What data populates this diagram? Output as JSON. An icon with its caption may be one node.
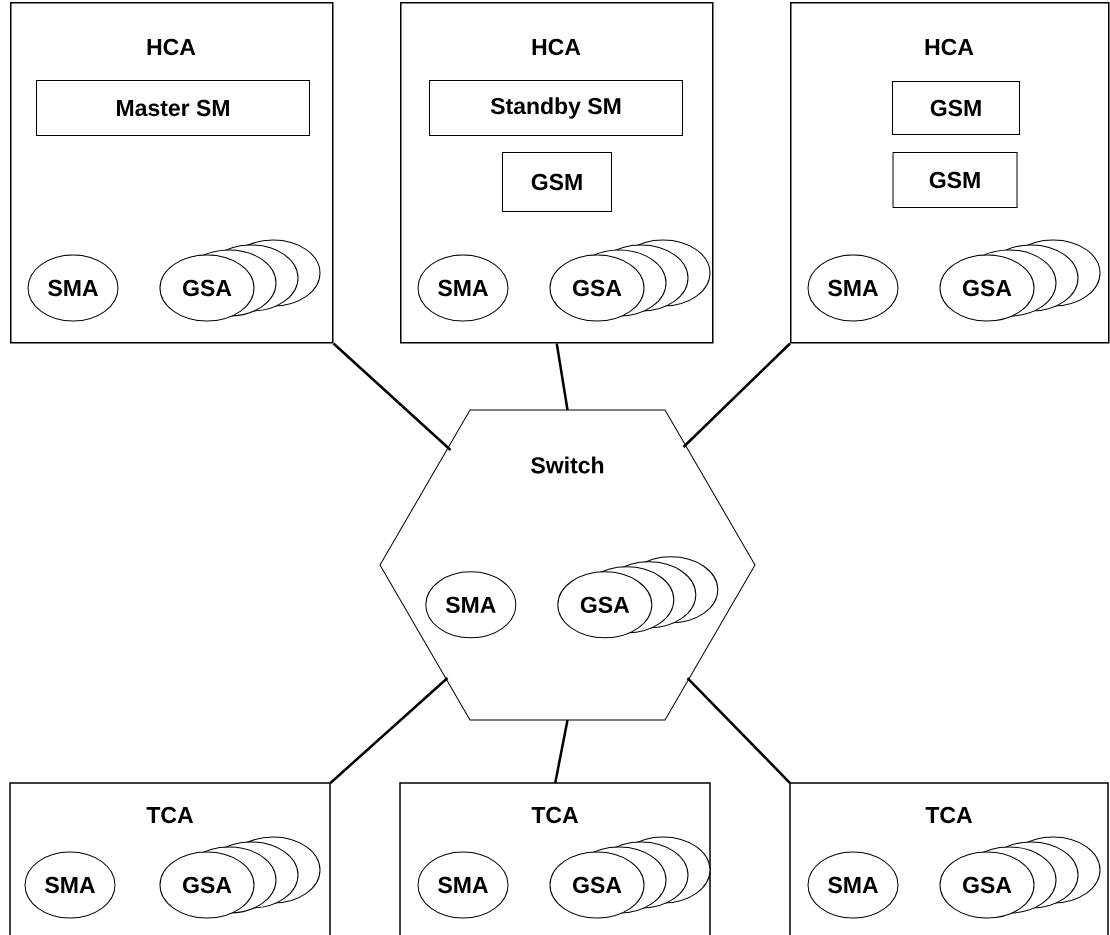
{
  "diagram": {
    "nodes": [
      {
        "text": [
          "HCA"
        ]
      },
      {
        "text": [
          "Master SM"
        ],
        "in": 0
      },
      {
        "text": [
          "SMA"
        ],
        "in": 0
      },
      {
        "text": [
          "GSA"
        ],
        "in": 0
      },
      {
        "text": [
          "HCA"
        ]
      },
      {
        "text": [
          "Standby SM"
        ],
        "in": 4
      },
      {
        "text": [
          "GSM"
        ],
        "in": 4
      },
      {
        "text": [
          "SMA"
        ],
        "in": 4
      },
      {
        "text": [
          "GSA"
        ],
        "in": 4
      },
      {
        "text": [
          "HCA"
        ]
      },
      {
        "text": [
          "GSM"
        ],
        "in": 9
      },
      {
        "text": [
          "GSM"
        ],
        "in": 9
      },
      {
        "text": [
          "SMA"
        ],
        "in": 9
      },
      {
        "text": [
          "GSA"
        ],
        "in": 9
      },
      {
        "text": [
          "Switch"
        ]
      },
      {
        "text": [
          "SMA"
        ],
        "in": 14
      },
      {
        "text": [
          "GSA"
        ],
        "in": 14
      },
      {
        "text": [
          "TCA"
        ]
      },
      {
        "text": [
          "SMA"
        ],
        "in": 17
      },
      {
        "text": [
          "GSA"
        ],
        "in": 17
      },
      {
        "text": [
          "TCA"
        ]
      },
      {
        "text": [
          "SMA"
        ],
        "in": 20
      },
      {
        "text": [
          "GSA"
        ],
        "in": 20
      },
      {
        "text": [
          "TCA"
        ]
      },
      {
        "text": [
          "SMA"
        ],
        "in": 23
      },
      {
        "text": [
          "GSA"
        ],
        "in": 23
      }
    ],
    "edges": [
      {
        "from": 0,
        "to": 14,
        "arrow": "none"
      },
      {
        "from": 4,
        "to": 14,
        "arrow": "none"
      },
      {
        "from": 9,
        "to": 14,
        "arrow": "none"
      },
      {
        "from": 14,
        "to": 17,
        "arrow": "none"
      },
      {
        "from": 14,
        "to": 20,
        "arrow": "none"
      },
      {
        "from": 14,
        "to": 23,
        "arrow": "none"
      }
    ]
  }
}
